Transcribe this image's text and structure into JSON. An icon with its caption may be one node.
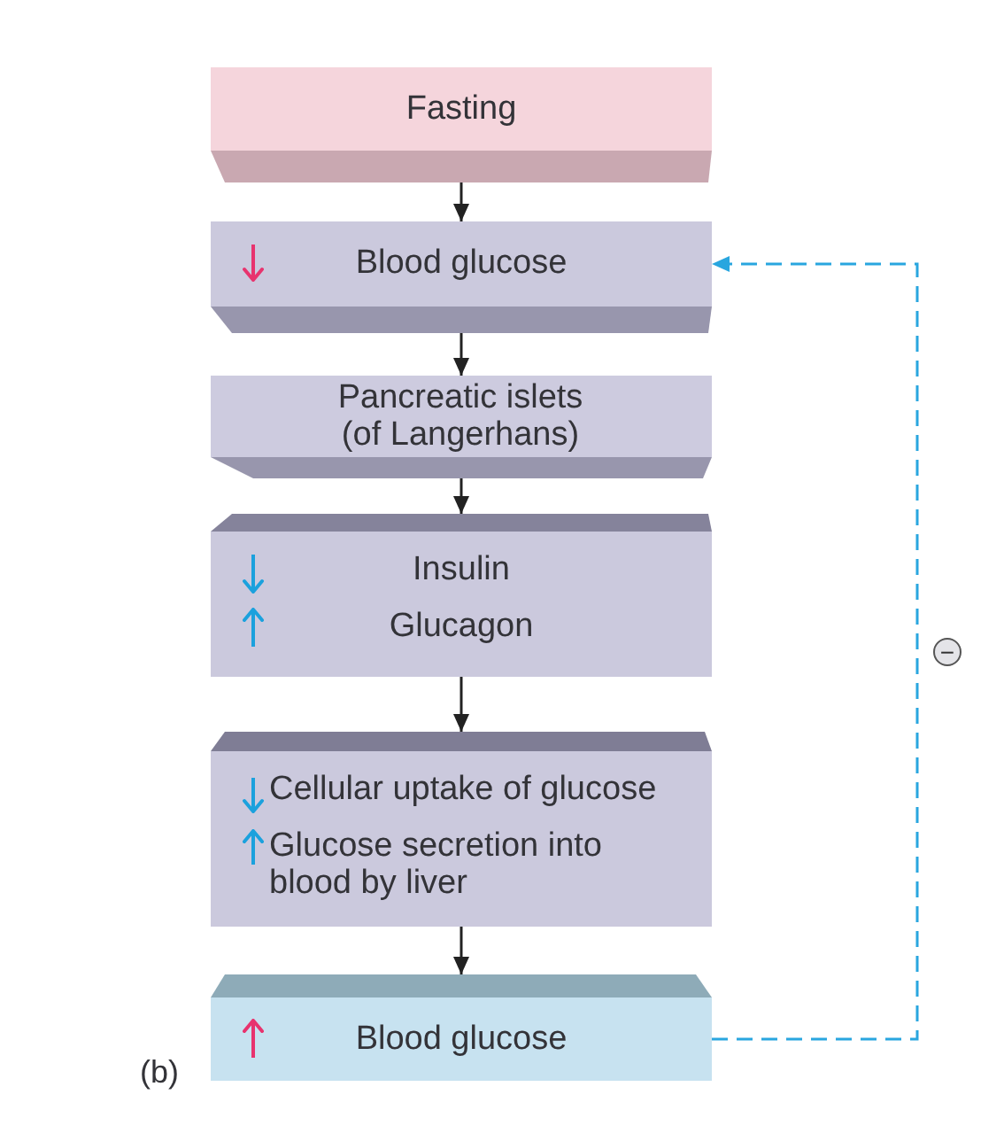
{
  "diagram": {
    "nodes": [
      {
        "text": [
          "Fasting"
        ]
      },
      {
        "text": [
          "Blood glucose"
        ]
      },
      {
        "text": [
          "Pancreatic islets (of Langerhans)"
        ]
      },
      {
        "text": [
          "Insulin",
          "Glucagon"
        ]
      },
      {
        "text": [
          "Cellular uptake of glucose",
          "Glucose secretion into blood by liver"
        ]
      },
      {
        "text": [
          "Blood glucose"
        ]
      }
    ],
    "edges": [
      {
        "from": 0,
        "to": 1,
        "arrow": "to"
      },
      {
        "from": 1,
        "to": 2,
        "arrow": "to"
      },
      {
        "from": 2,
        "to": 3,
        "arrow": "to"
      },
      {
        "from": 3,
        "to": 4,
        "arrow": "to"
      },
      {
        "from": 4,
        "to": 5,
        "arrow": "to"
      },
      {
        "from": 5,
        "to": 1,
        "arrow": "to",
        "label": "−",
        "style": "dashed",
        "color": "#29a6df"
      }
    ],
    "labels": [
      "(b)"
    ]
  }
}
